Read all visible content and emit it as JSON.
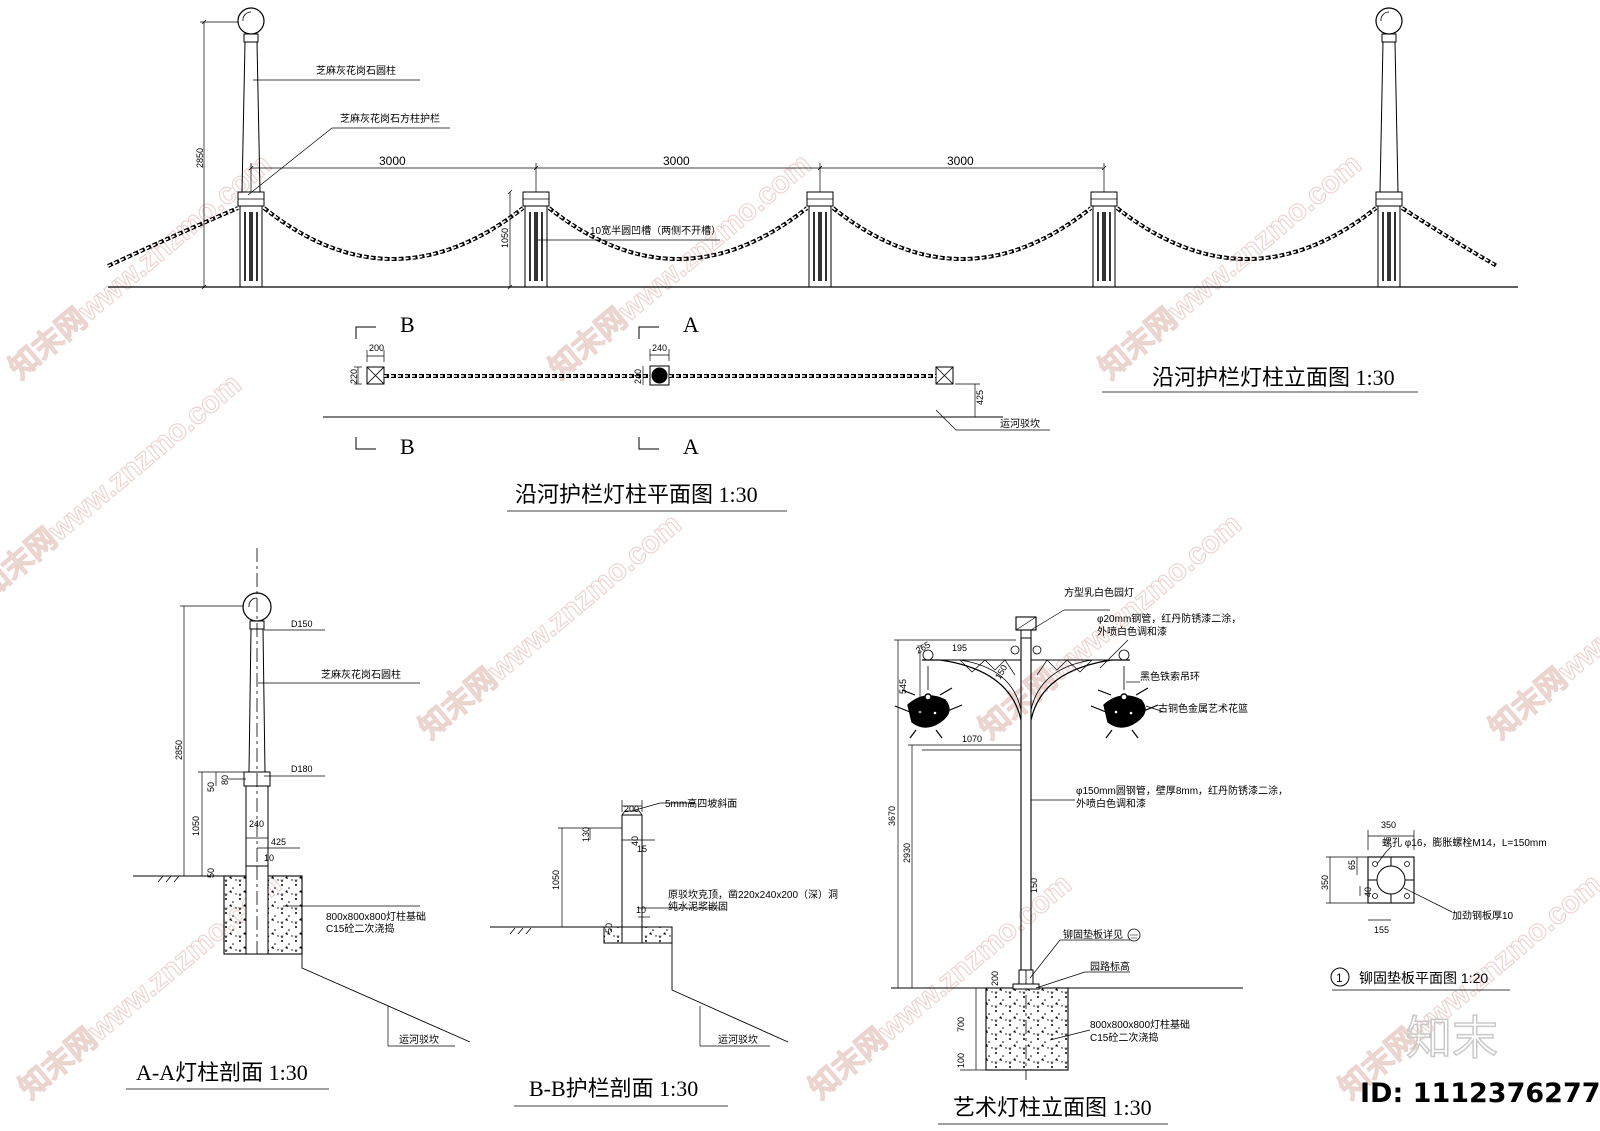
{
  "elevation": {
    "title": "沿河护栏灯柱立面图  1:30",
    "label_round_column": "芝麻灰花岗石圆柱",
    "label_square_column": "芝麻灰花岗石方柱护栏",
    "label_groove": "10宽半圆凹槽（两侧不开槽）",
    "dim_height": "2850",
    "dim_post": "1050",
    "dim_spans": [
      "3000",
      "3000",
      "3000"
    ]
  },
  "plan": {
    "title": "沿河护栏灯柱平面图  1:30",
    "section_b": "B",
    "section_a": "A",
    "dim_200": "200",
    "dim_220": "220",
    "dim_240a": "240",
    "dim_240b": "240",
    "dim_425": "425",
    "label_bank": "运河驳坎"
  },
  "section_aa": {
    "title": "A-A灯柱剖面  1:30",
    "d150": "D150",
    "d180": "D180",
    "label_column": "芝麻灰花岗石圆柱",
    "dim_2850": "2850",
    "dim_1050": "1050",
    "dim_50a": "50",
    "dim_80": "80",
    "dim_240": "240",
    "dim_425": "425",
    "dim_10": "10",
    "dim_50b": "50",
    "label_foundation": "800x800x800灯柱基础",
    "label_concrete": "C15砼二次浇捣",
    "label_bank": "运河驳坎"
  },
  "section_bb": {
    "title": "B-B护栏剖面  1:30",
    "dim_200": "200",
    "label_bevel": "5mm高四坡斜面",
    "dim_130": "130",
    "dim_40": "40",
    "dim_15": "15",
    "dim_1050": "1050",
    "dim_10": "10",
    "dim_50": "50",
    "label_slot1": "原驳坎克顶，凿220x240x200（深）洞",
    "label_slot2": "纯水泥浆嵌固",
    "label_bank": "运河驳坎"
  },
  "art_lamp": {
    "title": "艺术灯柱立面图  1:30",
    "label_lamp": "方型乳白色园灯",
    "label_pipe1": "φ20mm钢管，红丹防锈漆二涂，",
    "label_pipe2": "外喷白色调和漆",
    "label_ring": "黑色铁索吊环",
    "label_basket": "古铜色金属艺术花篮",
    "label_pole1": "φ150mm圆钢管，壁厚8mm，红丹防锈漆二涂，",
    "label_pole2": "外喷白色调和漆",
    "label_anchor": "铆固垫板详见",
    "label_road": "园路标高",
    "label_foundation": "800x800x800灯柱基础",
    "label_concrete": "C15砼二次浇捣",
    "dim_265": "265",
    "dim_195": "195",
    "dim_545": "545",
    "dim_150a": "150",
    "dim_1070": "1070",
    "dim_3670": "3670",
    "dim_2930": "2930",
    "dim_150b": "150",
    "dim_200": "200",
    "dim_700": "700",
    "dim_100": "100"
  },
  "anchor_plate": {
    "title": "铆固垫板平面图  1:20",
    "number": "1",
    "dim_350a": "350",
    "dim_350b": "350",
    "dim_65": "65",
    "dim_40": "40",
    "dim_155": "155",
    "label_hole": "螺孔 φ16，膨胀螺栓M14，L=150mm",
    "label_rib": "加劲钢板厚10"
  },
  "footer": {
    "brand": "知末",
    "id": "ID: 1112376277"
  },
  "watermark": {
    "text": "知末网www.znzmo.com"
  }
}
